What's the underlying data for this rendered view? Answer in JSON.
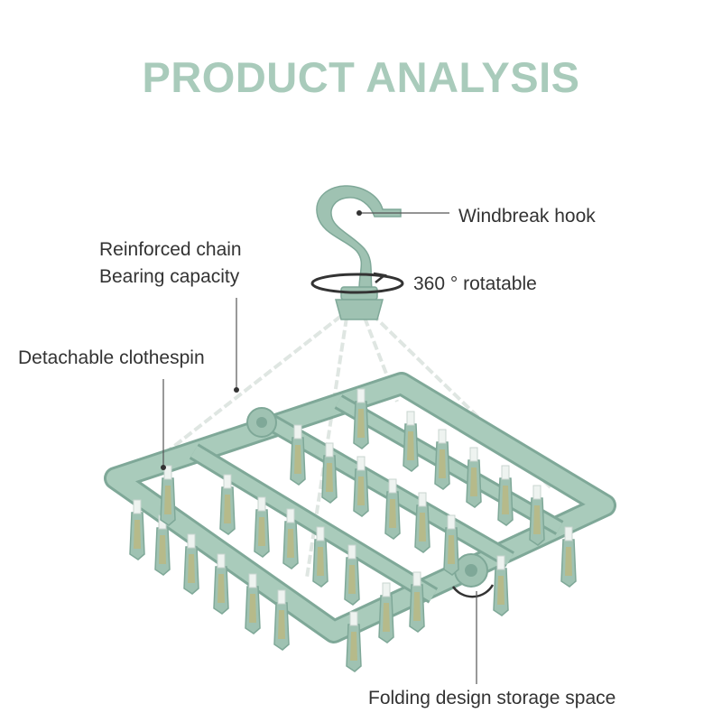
{
  "title": "PRODUCT ANALYSIS",
  "labels": {
    "windbreak_hook": "Windbreak hook",
    "reinforced_chain_1": "Reinforced chain",
    "reinforced_chain_2": "Bearing capacity",
    "rotatable": "360 ° rotatable",
    "clothespin": "Detachable clothespin",
    "folding": "Folding design storage space"
  },
  "colors": {
    "title": "#a9cbbb",
    "product": "#9fc2b2",
    "product_dark": "#7fa898",
    "label_text": "#333333",
    "leader_line": "#555555"
  }
}
